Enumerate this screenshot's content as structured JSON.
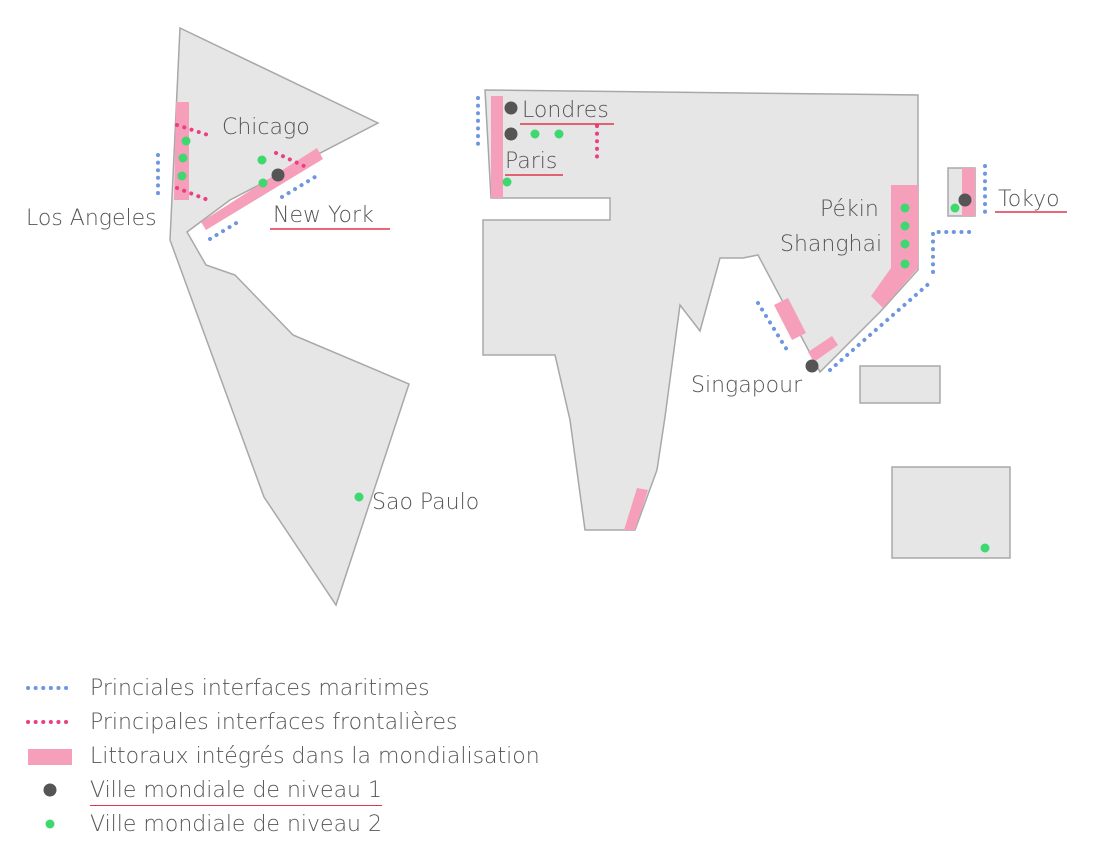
{
  "cities": {
    "chicago": "Chicago",
    "los_angeles": "Los Angeles",
    "new_york": "New York",
    "sao_paulo": "Sao Paulo",
    "londres": "Londres",
    "paris": "Paris",
    "pekin": "Pékin",
    "shanghai": "Shanghai",
    "singapour": "Singapour",
    "tokyo": "Tokyo"
  },
  "legend": {
    "maritime": "Princiales interfaces maritimes",
    "frontier": "Principales interfaces frontalières",
    "coast": "Littoraux intégrés dans la mondialisation",
    "level1": "Ville mondiale de niveau 1",
    "level2": "Ville mondiale de niveau 2"
  },
  "colors": {
    "land": "#e6e6e6",
    "maritime": "#6f97e0",
    "frontier": "#ec3f82",
    "coast": "#f69fba",
    "city_level1": "#555555",
    "city_level2": "#3fd870",
    "underline": "#e0364f"
  }
}
